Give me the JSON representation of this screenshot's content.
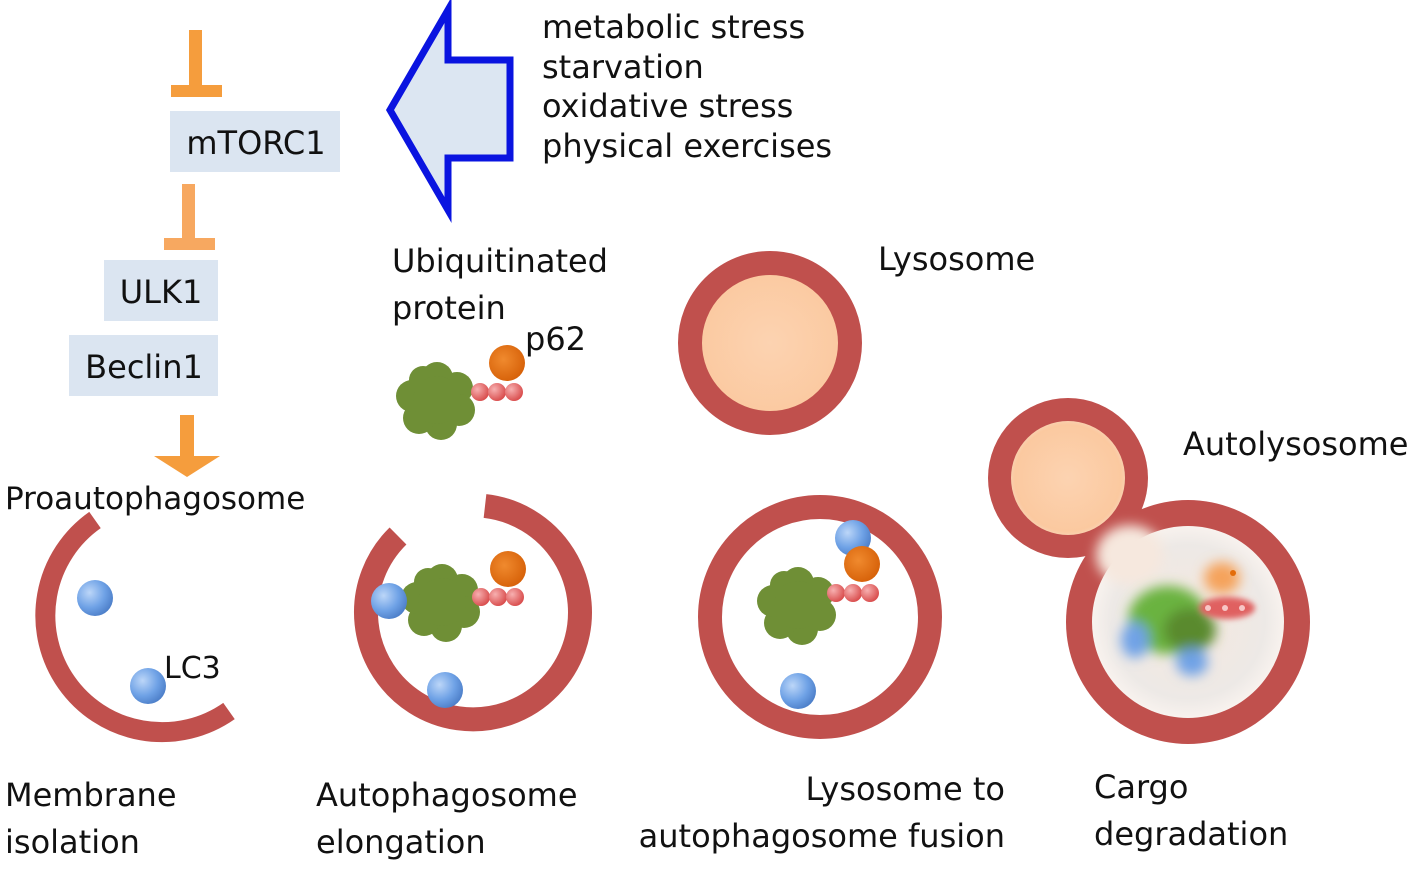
{
  "stimuli": [
    "metabolic stress",
    "starvation",
    "oxidative stress",
    "physical exercises"
  ],
  "pathway": {
    "mtorc1": "mTORC1",
    "ulk1": "ULK1",
    "beclin1": "Beclin1",
    "proautophagosome": "Proautophagosome"
  },
  "labels": {
    "ubiquitinated_line1": "Ubiquitinated",
    "ubiquitinated_line2": "protein",
    "p62": "p62",
    "lc3": "LC3",
    "lysosome": "Lysosome",
    "autolysosome": "Autolysosome"
  },
  "stages": [
    {
      "line1": "Membrane",
      "line2": "isolation"
    },
    {
      "line1": "Autophagosome",
      "line2": "elongation"
    },
    {
      "line1": "Lysosome to",
      "line2": "autophagosome fusion"
    },
    {
      "line1": "Cargo",
      "line2": "degradation"
    }
  ],
  "colors": {
    "membrane": "#c0504d",
    "lumen": "#fbcaa2",
    "box": "#dbe5f1",
    "inhibit": "#f59d3d",
    "arrow_stroke": "#0a14e0",
    "arrow_fill": "#dce6f2",
    "protein": "#6f8f36",
    "p62": "#e36c0a",
    "ubiquitin": "#e06060",
    "lc3": "#6fa2e6"
  }
}
